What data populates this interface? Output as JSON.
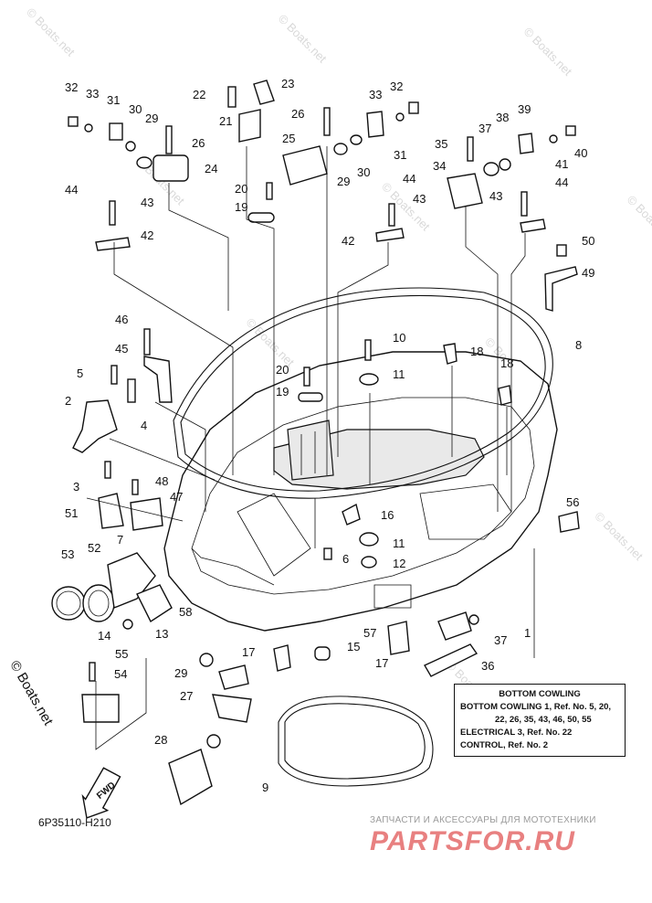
{
  "callouts": {
    "n1": "1",
    "n2": "2",
    "n3": "3",
    "n4": "4",
    "n5": "5",
    "n6": "6",
    "n7": "7",
    "n8": "8",
    "n9": "9",
    "n10": "10",
    "n11a": "11",
    "n11b": "11",
    "n12": "12",
    "n13": "13",
    "n14": "14",
    "n15": "15",
    "n16": "16",
    "n17a": "17",
    "n17b": "17",
    "n18a": "18",
    "n18b": "18",
    "n19a": "19",
    "n19b": "19",
    "n20a": "20",
    "n20b": "20",
    "n21": "21",
    "n22": "22",
    "n23": "23",
    "n24": "24",
    "n25": "25",
    "n26a": "26",
    "n26b": "26",
    "n27": "27",
    "n28": "28",
    "n29a": "29",
    "n29b": "29",
    "n29c": "29",
    "n30a": "30",
    "n30b": "30",
    "n31a": "31",
    "n31b": "31",
    "n32a": "32",
    "n32b": "32",
    "n33a": "33",
    "n33b": "33",
    "n34": "34",
    "n35": "35",
    "n36": "36",
    "n37a": "37",
    "n37b": "37",
    "n38": "38",
    "n39": "39",
    "n40": "40",
    "n41": "41",
    "n42a": "42",
    "n42b": "42",
    "n43a": "43",
    "n43b": "43",
    "n43c": "43",
    "n44a": "44",
    "n44b": "44",
    "n44c": "44",
    "n45": "45",
    "n46": "46",
    "n47": "47",
    "n48": "48",
    "n49": "49",
    "n50": "50",
    "n51": "51",
    "n52": "52",
    "n53": "53",
    "n54": "54",
    "n55": "55",
    "n56": "56",
    "n57": "57",
    "n58": "58"
  },
  "legend": {
    "line1": "BOTTOM COWLING",
    "line2": "BOTTOM COWLING 1,  Ref. No. 5, 20,",
    "line3": "22, 26, 35, 43, 46, 50, 55",
    "line4": "ELECTRICAL 3,  Ref. No. 22",
    "line5": "CONTROL,  Ref. No. 2"
  },
  "fwd_label": "FWD",
  "diagram_code": "6P35110-H210",
  "copyright": "© Boats.net",
  "watermark": "© Boats.net",
  "site_tagline": "ЗАПЧАСТИ И АКСЕССУАРЫ ДЛЯ МОТОТЕХНИКИ",
  "site_logo": "PARTSFOR.RU"
}
